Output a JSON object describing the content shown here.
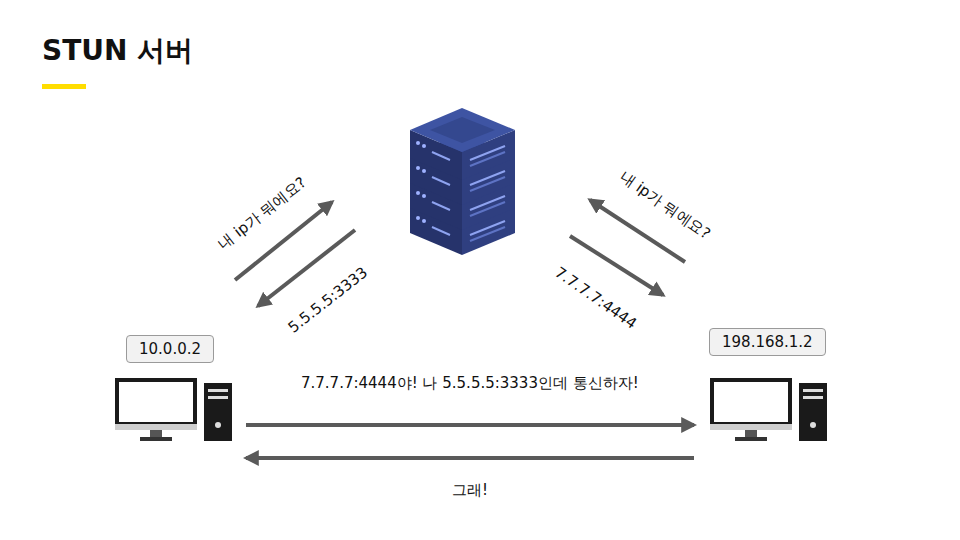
{
  "diagram": {
    "title": "STUN 서버",
    "nodes": [
      {
        "text": [
          "10.0.0.2"
        ]
      },
      {
        "text": [
          "198.168.1.2"
        ]
      }
    ],
    "edges": [
      {
        "from": 0,
        "to": 1,
        "arrow": "to",
        "label": "7.7.7.7:4444야! 나 5.5.5.5:3333인데 통신하자!"
      },
      {
        "from": 1,
        "to": 0,
        "arrow": "to",
        "label": "그래!"
      }
    ],
    "labels": [
      "내 ip가 뭐에요?",
      "5.5.5.5:3333",
      "내 ip가 뭐에요?",
      "7.7.7.7:4444"
    ]
  }
}
